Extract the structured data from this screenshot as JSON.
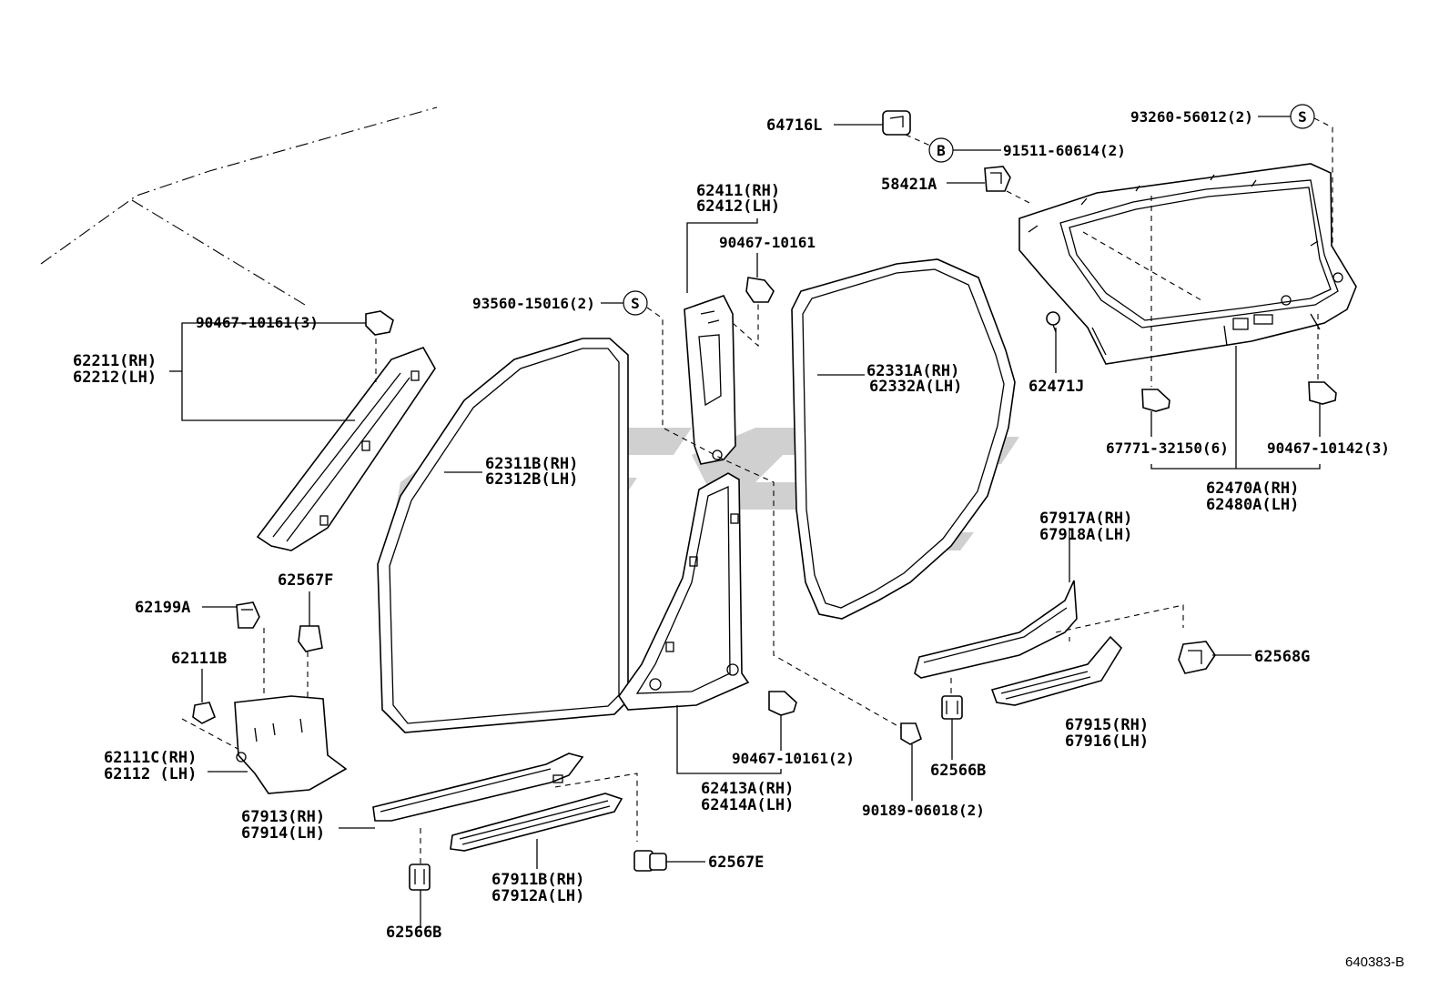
{
  "diagram": {
    "reference_code": "640383-B",
    "callouts": {
      "c_64716L": "64716L",
      "c_91511": "91511-60614(2)",
      "c_58421A": "58421A",
      "c_93260": "93260-56012(2)",
      "c_62411": "62411(RH)",
      "c_62412": "62412(LH)",
      "c_90467_top": "90467-10161",
      "c_93560": "93560-15016(2)",
      "c_90467_3": "90467-10161(3)",
      "c_62211": "62211(RH)",
      "c_62212": "62212(LH)",
      "c_62331A": "62331A(RH)",
      "c_62332A": "62332A(LH)",
      "c_62471J": "62471J",
      "c_62311B": "62311B(RH)",
      "c_62312B": "62312B(LH)",
      "c_67771": "67771-32150(6)",
      "c_90467_10142": "90467-10142(3)",
      "c_62470A": "62470A(RH)",
      "c_62480A": "62480A(LH)",
      "c_67917A": "67917A(RH)",
      "c_67918A": "67918A(LH)",
      "c_62199A": "62199A",
      "c_62567F": "62567F",
      "c_62568G": "62568G",
      "c_62111B": "62111B",
      "c_62111C": "62111C(RH)",
      "c_62112": "62112  (LH)",
      "c_90467_2": "90467-10161(2)",
      "c_67915": "67915(RH)",
      "c_67916": "67916(LH)",
      "c_62566B_mid": "62566B",
      "c_62413A": "62413A(RH)",
      "c_62414A": "62414A(LH)",
      "c_90189": "90189-06018(2)",
      "c_67913": "67913(RH)",
      "c_67914": "67914(LH)",
      "c_67911B": "67911B(RH)",
      "c_67912A": "67912A(LH)",
      "c_62567E": "62567E",
      "c_62566B_bot": "62566B"
    },
    "circle_markers": {
      "marker_b": "B",
      "marker_s_top": "S",
      "marker_s_mid": "S"
    }
  }
}
